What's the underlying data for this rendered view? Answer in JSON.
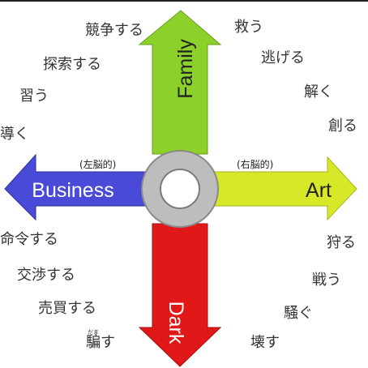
{
  "colors": {
    "family": "#8bd12a",
    "business": "#4a4ad8",
    "art": "#d6e827",
    "dark": "#e01818",
    "ring": "#bdbdbd",
    "center": "#ffffff"
  },
  "axes": {
    "top": "Family",
    "left": "Business",
    "right": "Art",
    "bottom": "Dark"
  },
  "brain": {
    "left": "(左脳的)",
    "right": "(右脳的)"
  },
  "quadrants": {
    "top_left": [
      "競争する",
      "探索する",
      "習う",
      "導く"
    ],
    "top_right": [
      "救う",
      "逃げる",
      "解く",
      "創る"
    ],
    "bottom_left": [
      "命令する",
      "交渉する",
      "売買する",
      "騙す"
    ],
    "bottom_right": [
      "狩る",
      "戦う",
      "騒ぐ",
      "壊す"
    ]
  },
  "ruby": {
    "damasu": "だま"
  }
}
